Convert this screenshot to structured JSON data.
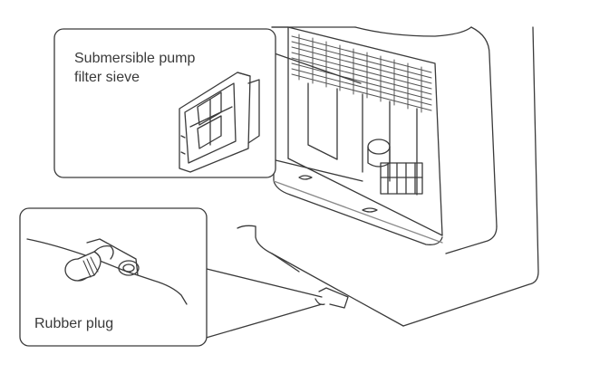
{
  "callouts": {
    "filter": {
      "line1": "Submersible pump",
      "line2": "filter sieve"
    },
    "plug": {
      "label": "Rubber plug"
    }
  },
  "colors": {
    "stroke": "#3a3a3a",
    "stroke_light": "#8a8a8a",
    "fill_dark": "#555555",
    "background": "#ffffff"
  }
}
